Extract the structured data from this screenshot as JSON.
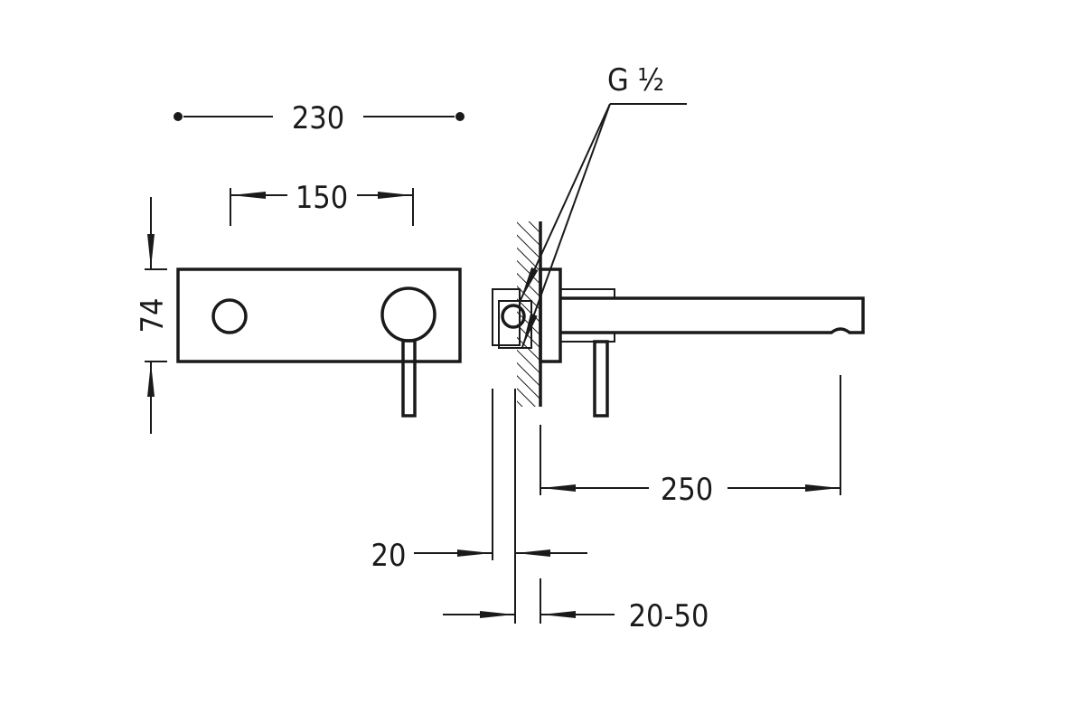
{
  "dimensions": {
    "overall_width": "230",
    "handle_spacing": "150",
    "plate_height": "74",
    "thread": "G ½",
    "spout_projection": "250",
    "body_depth": "20",
    "wall_range": "20-50"
  },
  "colors": {
    "ink": "#1a1a1a",
    "background": "#ffffff"
  }
}
